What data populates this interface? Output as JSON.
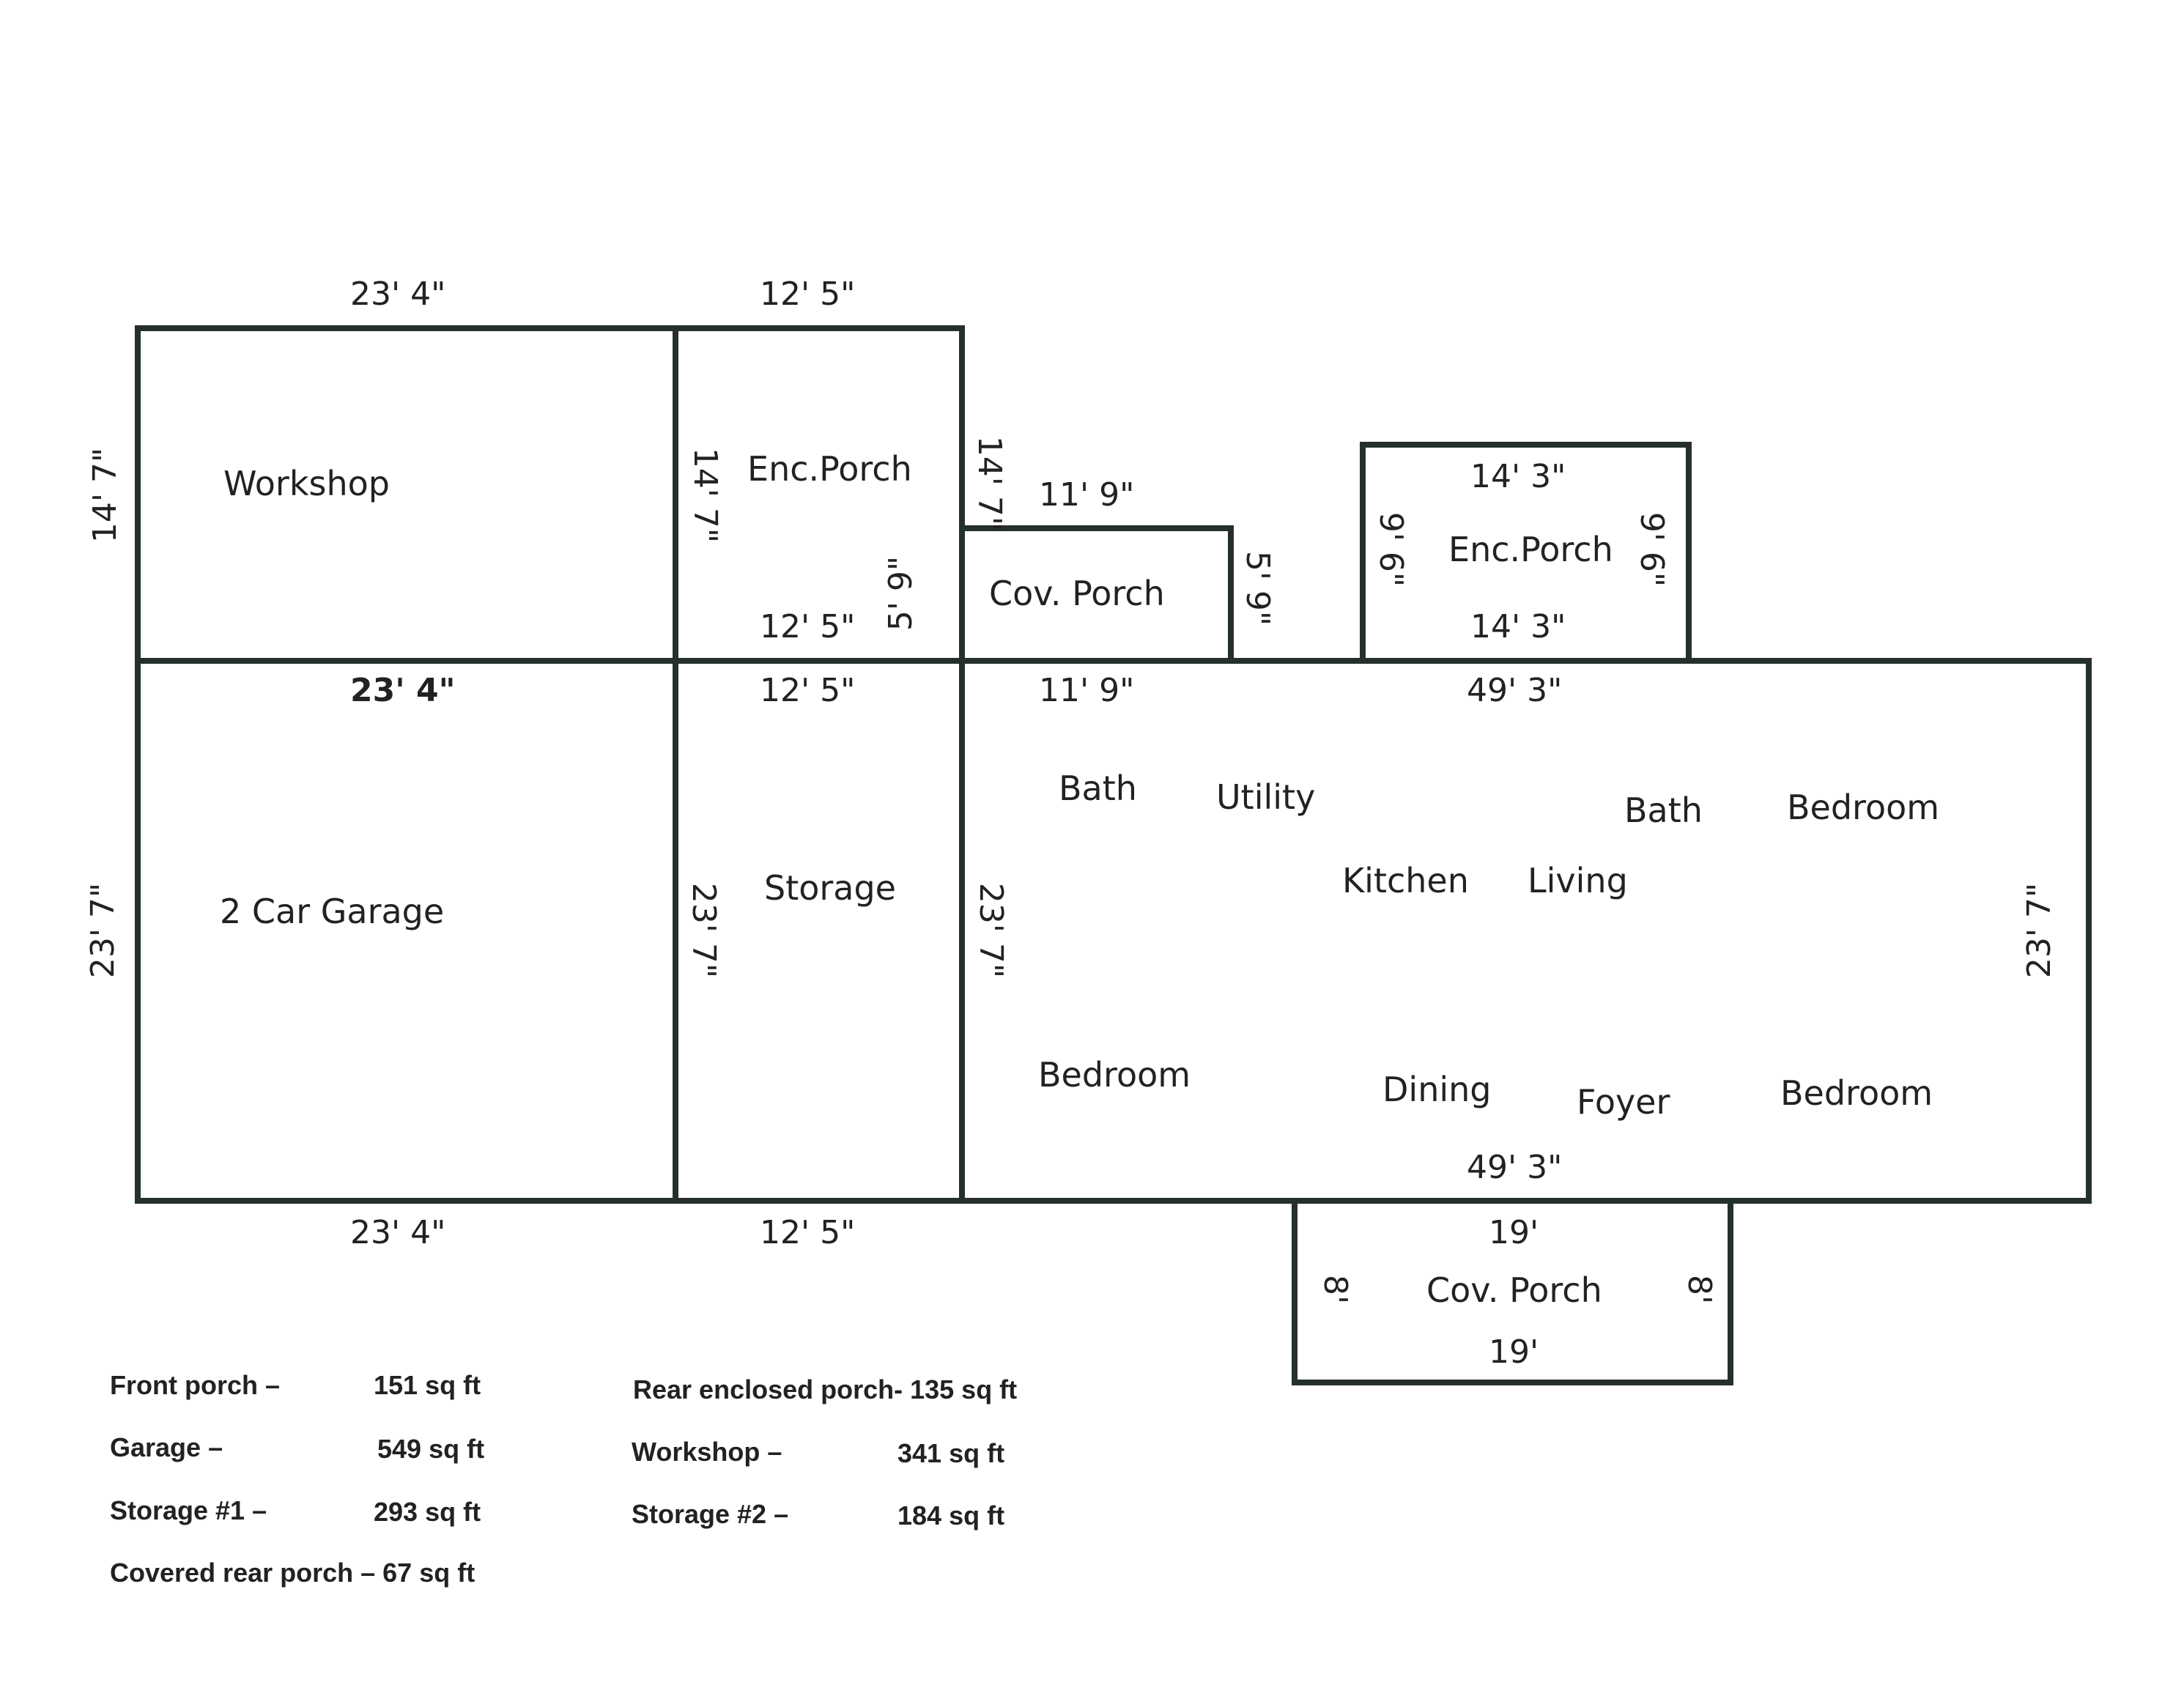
{
  "rooms": {
    "workshop": "Workshop",
    "enc_porch_left": "Enc.Porch",
    "cov_porch_top": "Cov. Porch",
    "enc_porch_right": "Enc.Porch",
    "garage": "2 Car Garage",
    "storage": "Storage",
    "bath_1": "Bath",
    "utility": "Utility",
    "kitchen": "Kitchen",
    "living": "Living",
    "bath_2": "Bath",
    "bedroom_1": "Bedroom",
    "bedroom_2": "Bedroom",
    "dining": "Dining",
    "foyer": "Foyer",
    "bedroom_3": "Bedroom",
    "cov_porch_bottom": "Cov. Porch"
  },
  "dimensions": {
    "workshop_top": "23' 4\"",
    "workshop_left": "14' 7\"",
    "enc_porch_top": "12' 5\"",
    "enc_porch_left": "14' 7\"",
    "enc_porch_right": "5' 9\"",
    "enc_porch_bottom": "12' 5\"",
    "cov_porch_left": "14' 7\"",
    "cov_porch_top": "11' 9\"",
    "cov_porch_right": "5' 9\"",
    "enc_porch2_top": "14' 3\"",
    "enc_porch2_left": "9' 6\"",
    "enc_porch2_right": "9' 6\"",
    "enc_porch2_bottom": "14' 3\"",
    "garage_top": "23' 4\"",
    "storage_top": "12' 5\"",
    "house_top_left": "11' 9\"",
    "house_top": "49' 3\"",
    "garage_left": "23' 7\"",
    "storage_left": "23' 7\"",
    "house_left": "23' 7\"",
    "house_right": "23' 7\"",
    "house_bottom": "49' 3\"",
    "garage_bottom": "23' 4\"",
    "storage_bottom": "12' 5\"",
    "rear_porch_top": "19'",
    "rear_porch_bottom": "19'",
    "rear_porch_left": "8'",
    "rear_porch_right": "8'"
  },
  "areas": {
    "front_porch_label": "Front porch –",
    "front_porch_value": "151 sq ft",
    "garage_label": "Garage –",
    "garage_value": "549 sq ft",
    "storage1_label": "Storage #1 –",
    "storage1_value": "293 sq ft",
    "covered_rear_porch": "Covered rear porch –  67 sq ft",
    "rear_enclosed_porch": "Rear enclosed porch- 135 sq ft",
    "workshop_label": "Workshop –",
    "workshop_value": "341 sq ft",
    "storage2_label": "Storage #2 –",
    "storage2_value": "184 sq ft"
  }
}
